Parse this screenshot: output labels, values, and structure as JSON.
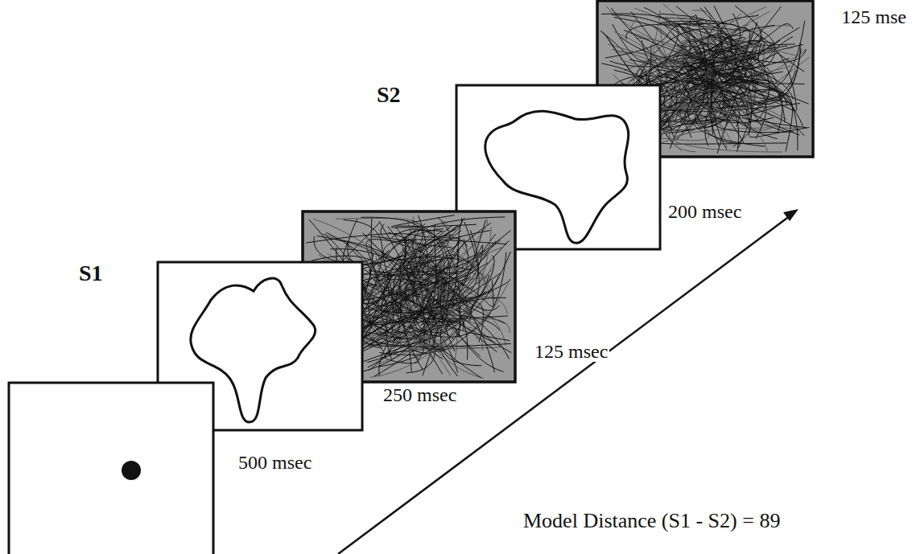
{
  "diagram": {
    "labels": [
      "S1",
      "500 msec",
      "250 msec",
      "125 msec",
      "S2",
      "200 msec",
      "125 mse",
      "Model Distance (S1 - S2) = 89"
    ]
  }
}
